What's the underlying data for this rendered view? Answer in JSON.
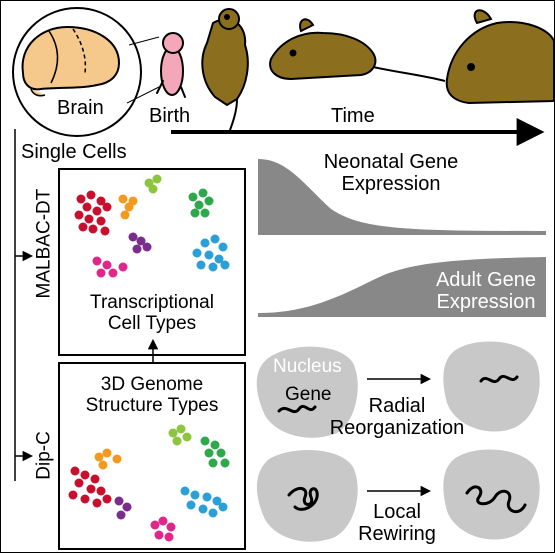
{
  "labels": {
    "brain": "Brain",
    "birth": "Birth",
    "time": "Time",
    "single_cells": "Single Cells",
    "malbac_dt": "MALBAC-DT",
    "dip_c": "Dip-C",
    "transcriptional_cell_types": [
      "Transcriptional",
      "Cell Types"
    ],
    "genome_structure_types": [
      "3D Genome",
      "Structure Types"
    ],
    "neonatal_expression": [
      "Neonatal Gene",
      "Expression"
    ],
    "adult_expression": [
      "Adult Gene",
      "Expression"
    ],
    "nucleus": "Nucleus",
    "gene": "Gene",
    "radial_reorganization": [
      "Radial",
      "Reorganization"
    ],
    "local_rewiring": [
      "Local",
      "Rewiring"
    ]
  },
  "colors": {
    "mouse_fill": "#8B6F1E",
    "pup_pink": "#F4A7B9",
    "brain_fill": "#F5C98C",
    "expression_gray": "#888888",
    "nucleus_gray": "#C8C8C8",
    "cluster_red": "#C8102E",
    "cluster_orange": "#F29A1D",
    "cluster_green": "#2DA84A",
    "cluster_lime": "#8CC63F",
    "cluster_purple": "#7B2D8E",
    "cluster_magenta": "#E0268A",
    "cluster_blue": "#2B9FD8"
  }
}
